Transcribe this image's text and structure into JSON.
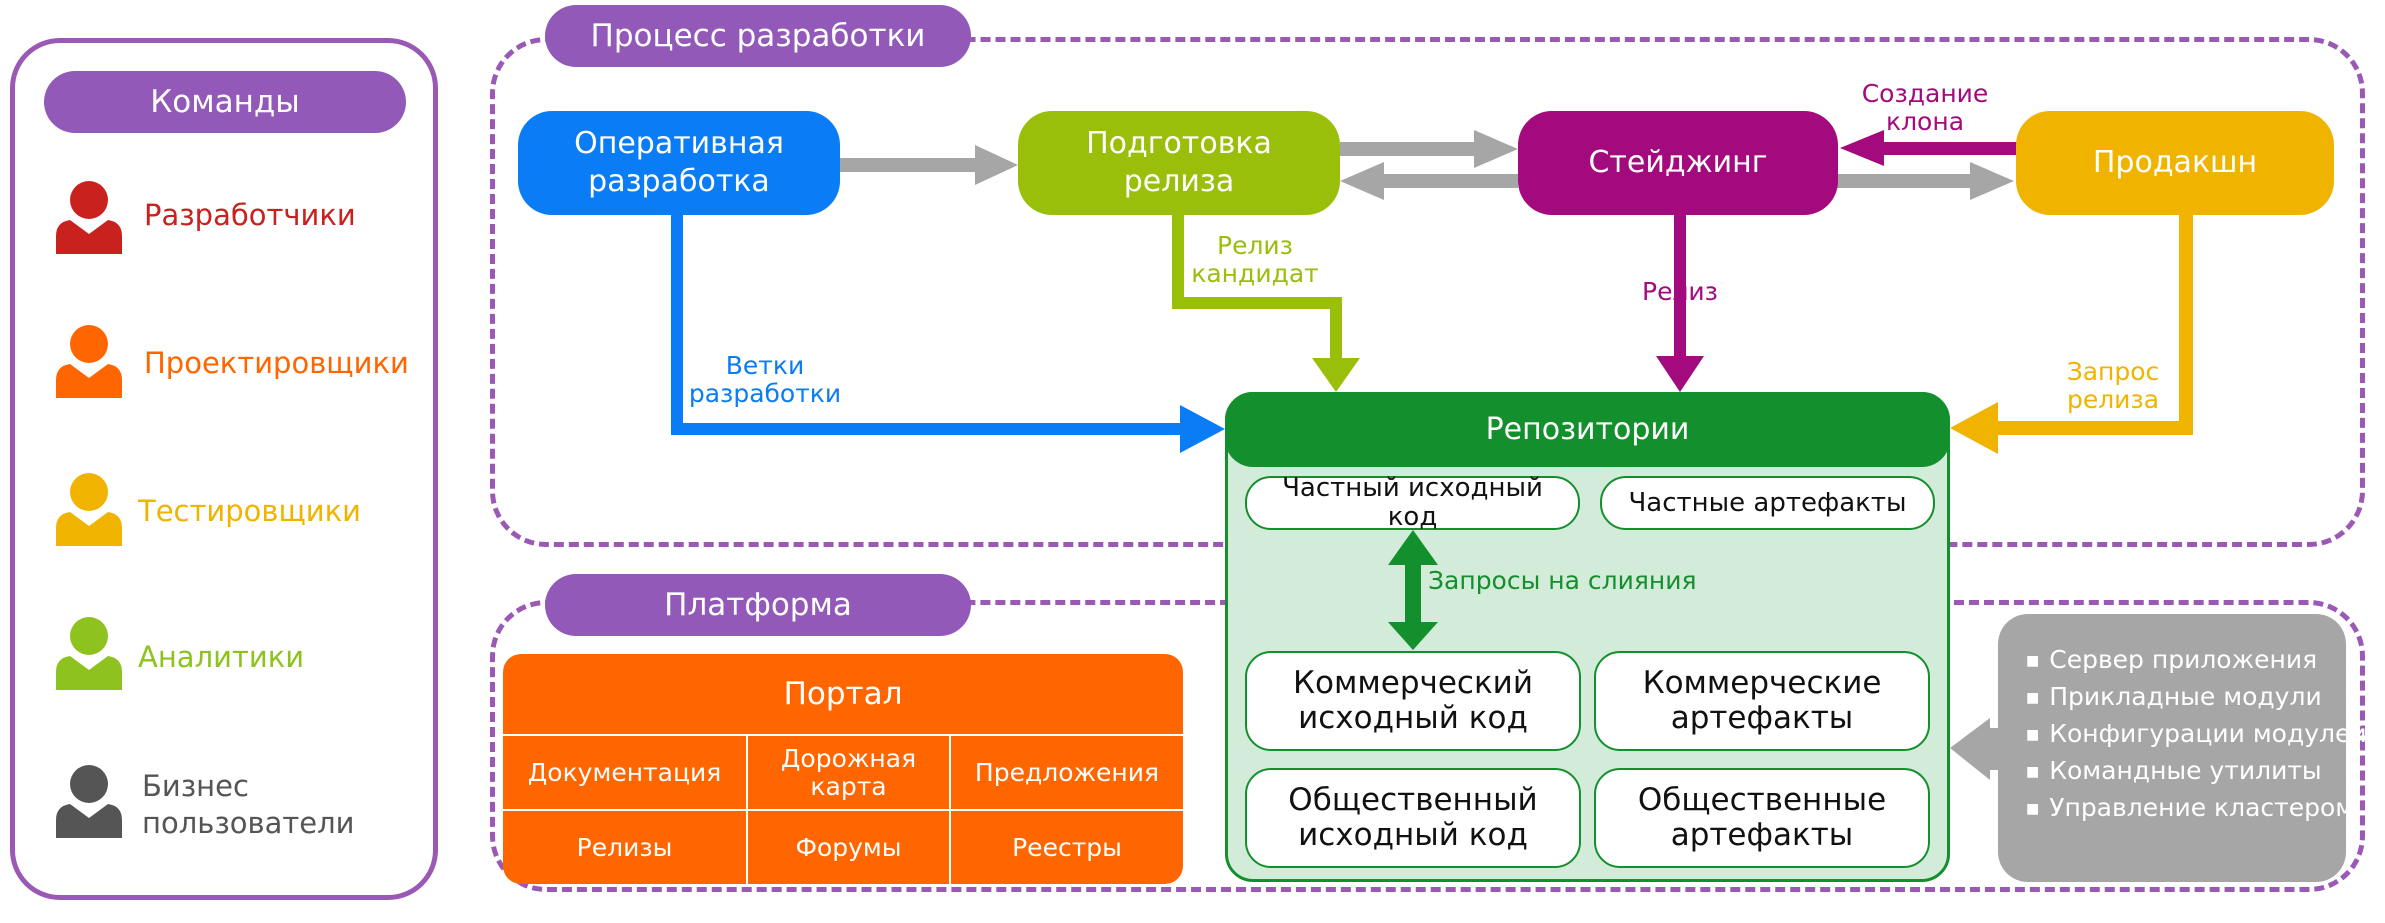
{
  "teams": {
    "title": "Команды",
    "items": [
      {
        "label": "Разработчики",
        "color": "#c9211e"
      },
      {
        "label": "Проектировщики",
        "color": "#ff6600"
      },
      {
        "label": "Тестировщики",
        "color": "#f0b400"
      },
      {
        "label": "Аналитики",
        "color": "#8dc21f"
      },
      {
        "label": "Бизнес\nпользователи",
        "color": "#555555"
      }
    ]
  },
  "process": {
    "title": "Процесс разработки",
    "nodes": {
      "dev": "Оперативная\nразработка",
      "prep": "Подготовка\nрелиза",
      "staging": "Стейджинг",
      "prod": "Продакшн"
    },
    "labels": {
      "clone": "Создание\nклона",
      "release_candidate": "Релиз\nкандидат",
      "release": "Релиз",
      "branches": "Ветки\nразработки",
      "release_request": "Запрос\nрелиза"
    }
  },
  "repository": {
    "title": "Репозитории",
    "private_code": "Частный исходный\nкод",
    "private_artifacts": "Частные артефакты",
    "merge_requests": "Запросы на слияния",
    "commercial_code": "Коммерческий\nисходный код",
    "commercial_artifacts": "Коммерческие\nартефакты",
    "public_code": "Общественный\nисходный код",
    "public_artifacts": "Общественные\nартефакты"
  },
  "platform": {
    "title": "Платформа",
    "portal": {
      "title": "Портал",
      "cells": [
        "Документация",
        "Дорожная\nкарта",
        "Предложения",
        "Релизы",
        "Форумы",
        "Реестры"
      ]
    },
    "features": [
      "Сервер приложения",
      "Прикладные модули",
      "Конфигурации модулей",
      "Командные утилиты",
      "Управление кластером"
    ]
  },
  "colors": {
    "purple": "#9259b8",
    "blue": "#0a7cf5",
    "lime": "#99bf0a",
    "magenta": "#a30a7d",
    "amber": "#f0b400",
    "green": "#148f2e",
    "orange": "#ff6600",
    "grey": "#a6a6a6"
  }
}
